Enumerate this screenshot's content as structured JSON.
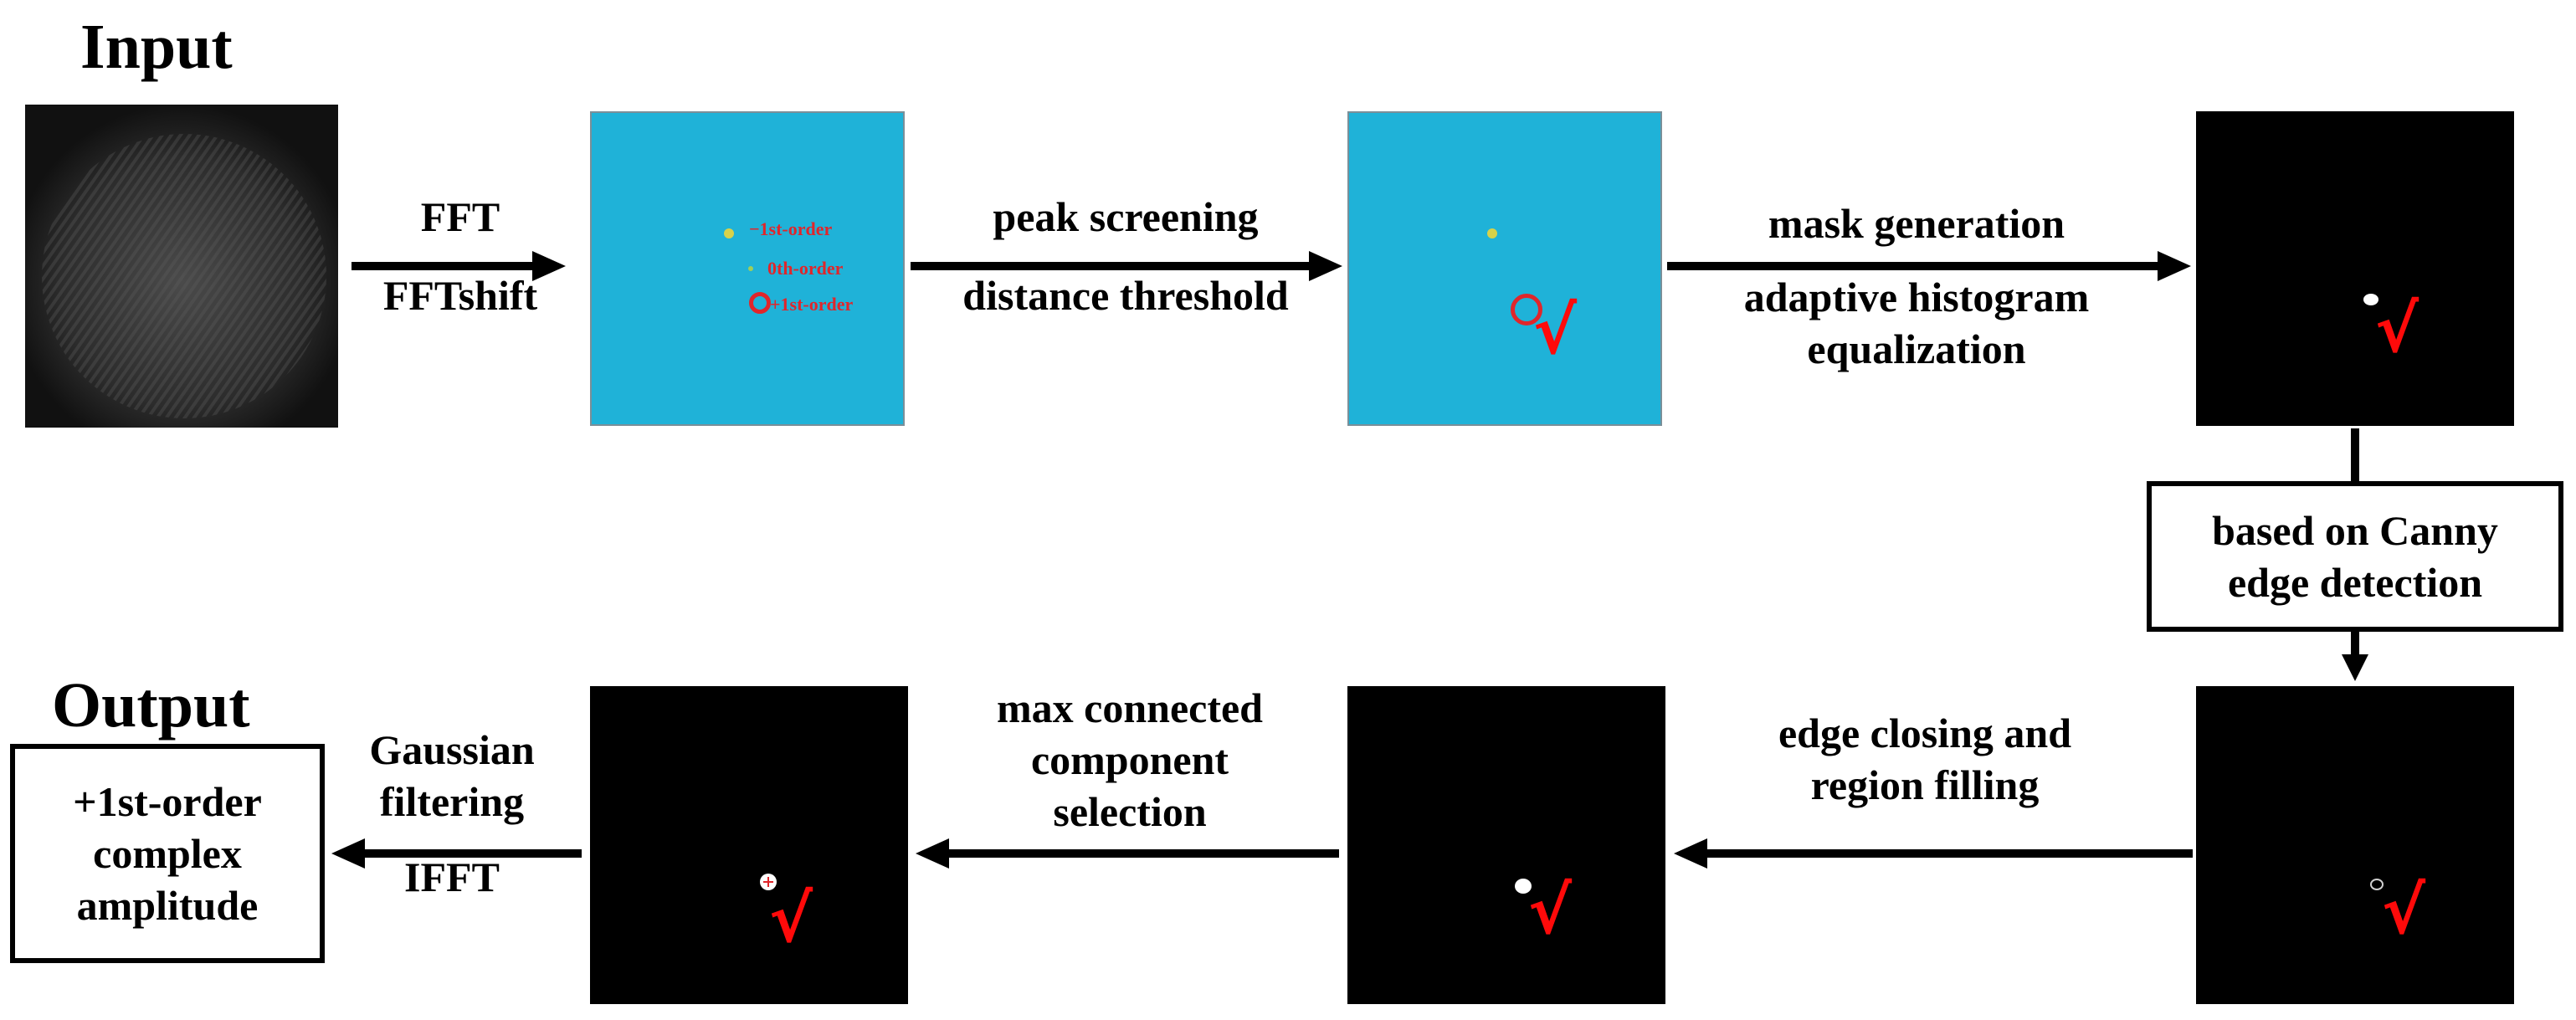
{
  "titles": {
    "input": "Input",
    "output": "Output"
  },
  "steps": {
    "fft": {
      "line1": "FFT",
      "line2": "FFTshift"
    },
    "peak": {
      "line1": "peak screening",
      "line2": "distance threshold"
    },
    "mask": {
      "line1": "mask generation",
      "line2": "adaptive histogram",
      "line3": "equalization"
    },
    "canny": {
      "line1": "based on Canny",
      "line2": "edge detection"
    },
    "edge": {
      "line1": "edge closing and",
      "line2": "region filling"
    },
    "maxcc": {
      "line1": "max connected",
      "line2": "component",
      "line3": "selection"
    },
    "gauss": {
      "line1": "Gaussian",
      "line2": "filtering",
      "line3": "IFFT"
    }
  },
  "output_box": {
    "line1": "+1st-order",
    "line2": "complex",
    "line3": "amplitude"
  },
  "spectrum_labels": {
    "minus1": "−1st-order",
    "zero": "0th-order",
    "plus1": "+1st-order"
  },
  "check_mark": "√",
  "colors": {
    "spectrum_bg": "#1fb2d8",
    "mark_red": "#ff0a0a",
    "label_red": "#e0262b"
  }
}
